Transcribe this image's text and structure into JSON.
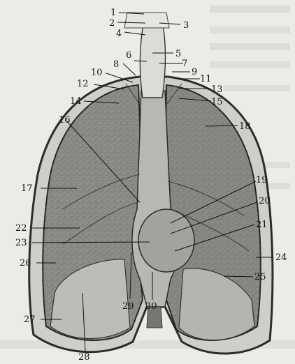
{
  "figure": {
    "labels": [
      "1",
      "2",
      "3",
      "4",
      "5",
      "6",
      "7",
      "8",
      "9",
      "10",
      "11",
      "12",
      "13",
      "14",
      "15",
      "16",
      "17",
      "18",
      "19",
      "20",
      "21",
      "22",
      "23",
      "24",
      "25",
      "26",
      "27",
      "28",
      "29",
      "30"
    ]
  }
}
